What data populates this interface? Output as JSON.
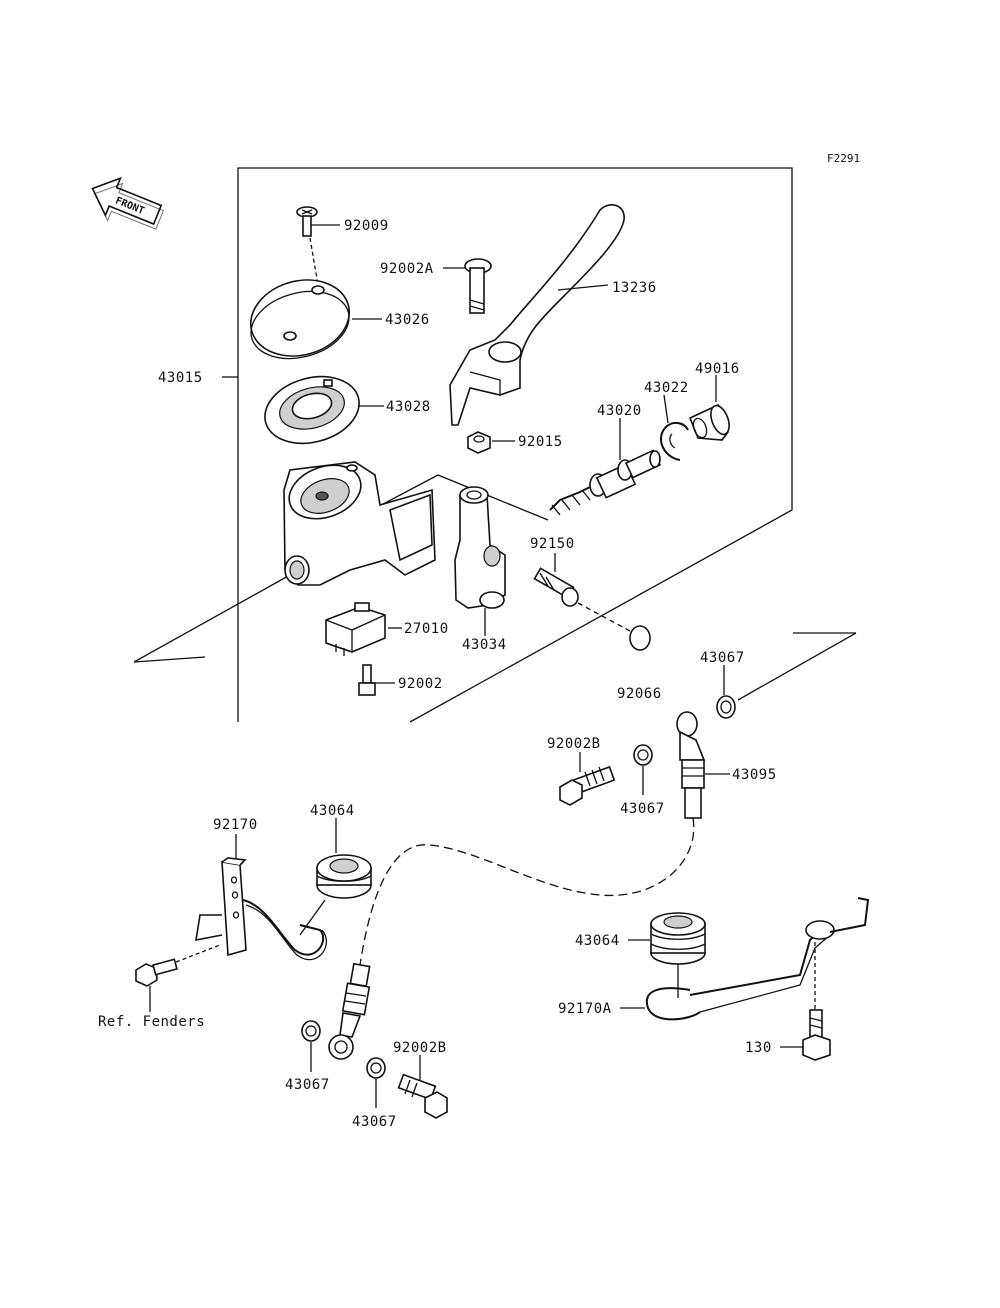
{
  "figure_code": "F2291",
  "front_arrow_label": "FRONT",
  "parts": {
    "p92009": "92009",
    "p92002A": "92002A",
    "p13236": "13236",
    "p43026": "43026",
    "p43015": "43015",
    "p43028": "43028",
    "p49016": "49016",
    "p43022": "43022",
    "p43020": "43020",
    "p92015": "92015",
    "p92150": "92150",
    "p27010": "27010",
    "p43034": "43034",
    "p92002": "92002",
    "p43067_top": "43067",
    "p92066": "92066",
    "p92002B_top": "92002B",
    "p43095": "43095",
    "p43067_mid": "43067",
    "p92170": "92170",
    "p43064_left": "43064",
    "p43064_right": "43064",
    "p92170A": "92170A",
    "ref_fenders": "Ref. Fenders",
    "p130": "130",
    "p43067_bl": "43067",
    "p92002B_bottom": "92002B",
    "p43067_bottom": "43067"
  }
}
